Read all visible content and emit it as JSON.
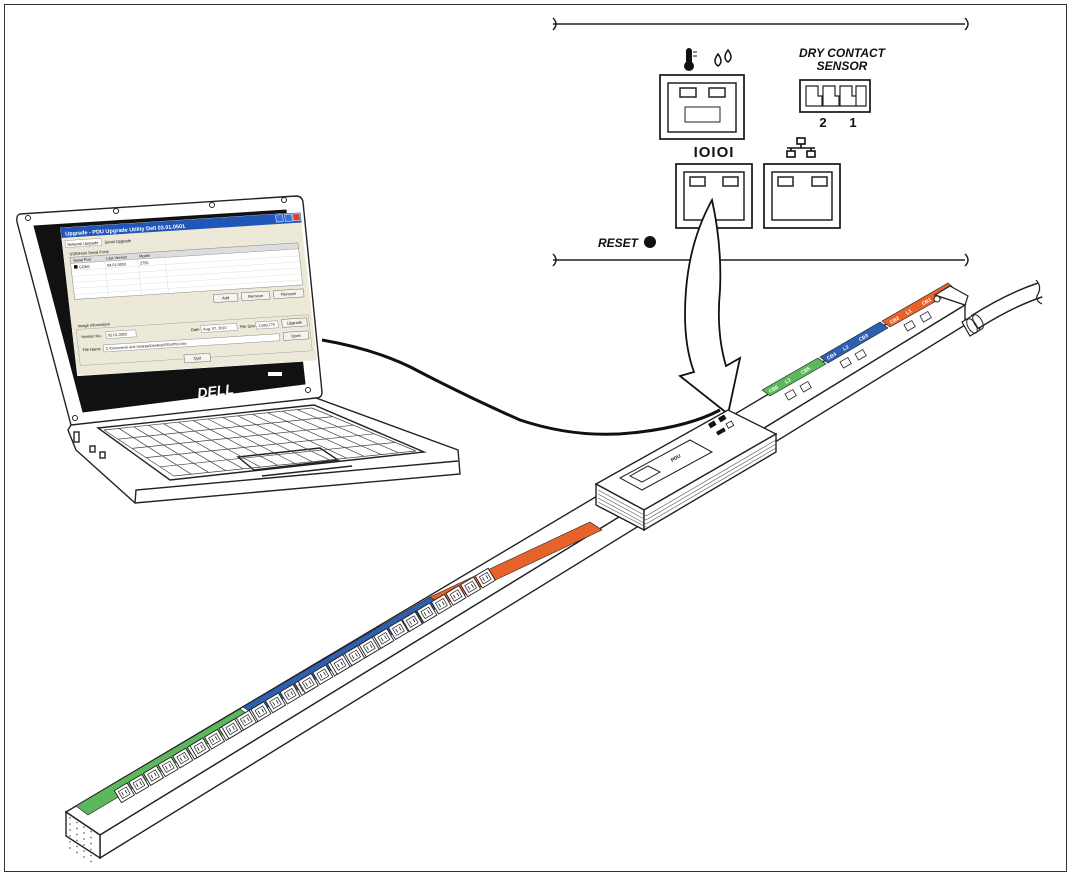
{
  "panel": {
    "dry_contact_line1": "DRY CONTACT",
    "dry_contact_line2": "SENSOR",
    "contact_2": "2",
    "contact_1": "1",
    "serial_label": "IOIOI",
    "reset_label": "RESET"
  },
  "laptop": {
    "brand": "DELL",
    "window_title": "Upgrade - PDU Upgrade Utility Dell 03.01.0501",
    "tab_1": "Network Upgrade",
    "tab_2": "Serial Upgrade",
    "group_label": "USB/Host Serial Ports",
    "col_1": "Serial Port",
    "col_2": "Last Version",
    "col_3": "Model",
    "row_port": "COM1",
    "row_version": "04.01.0003",
    "row_model": "2750",
    "btn_add": "Add",
    "btn_remove": "Remove",
    "btn_remove_all": "Remove",
    "image_info_label": "Image Information",
    "version_label": "Version No.",
    "version_value": "05.01.0003",
    "date_label": "Date",
    "date_value": "Aug. 07, 2010",
    "filesize_label": "File Size",
    "filesize_value": "1,599,770",
    "btn_upgrade": "Upgrade",
    "filename_label": "File Name",
    "filename_value": "C:\\Documents and Settings\\Desktop\\PDU\\PDU.bin",
    "btn_open": "Open",
    "btn_quit": "Quit"
  },
  "pdu": {
    "module_label": "PDU",
    "band_green": [
      "CB6",
      "L3",
      "CB5"
    ],
    "band_blue": [
      "CB4",
      "L2",
      "CB3"
    ],
    "band_orange": [
      "CB2",
      "L1",
      "CB1"
    ]
  },
  "colors": {
    "green": "#5cb85c",
    "blue": "#2f5fb0",
    "orange": "#e8632b",
    "screen_blue": "#1f56b8"
  }
}
